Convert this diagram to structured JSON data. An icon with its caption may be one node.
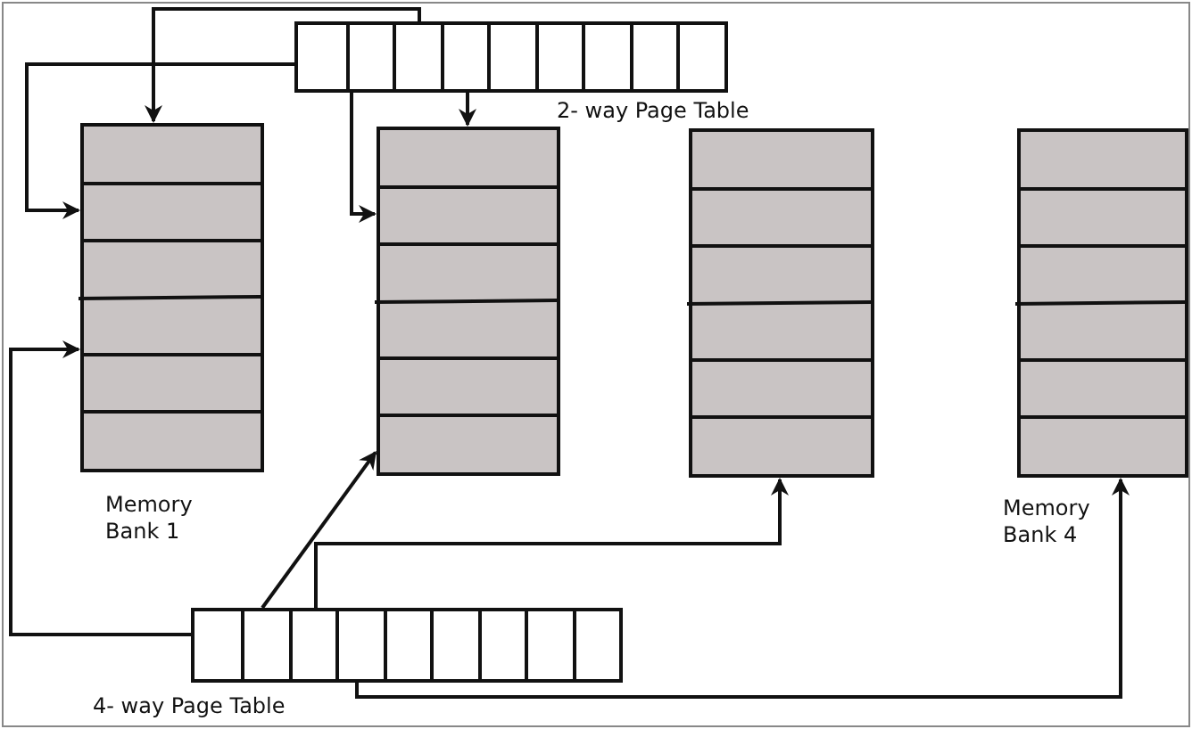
{
  "diagram": {
    "nodes": [
      {
        "text": [
          "2- way Page Table"
        ]
      },
      {
        "text": [],
        "shape": "box",
        "beside": [
          "Memory Bank 1"
        ]
      },
      {
        "text": [],
        "shape": "box"
      },
      {
        "text": [],
        "shape": "box"
      },
      {
        "text": [],
        "shape": "box",
        "beside": [
          "Memory Bank 4"
        ]
      },
      {
        "text": [
          "4- way Page Table"
        ]
      }
    ],
    "edges": [
      {
        "from": 0,
        "to": 1,
        "arrow": "to"
      },
      {
        "from": 0,
        "to": 1,
        "arrow": "to"
      },
      {
        "from": 0,
        "to": 2,
        "arrow": "to"
      },
      {
        "from": 0,
        "to": 2,
        "arrow": "to"
      },
      {
        "from": 5,
        "to": 1,
        "arrow": "to"
      },
      {
        "from": 5,
        "to": 2,
        "arrow": "to"
      },
      {
        "from": 5,
        "to": 3,
        "arrow": "to"
      },
      {
        "from": 5,
        "to": 4,
        "arrow": "to"
      }
    ]
  }
}
